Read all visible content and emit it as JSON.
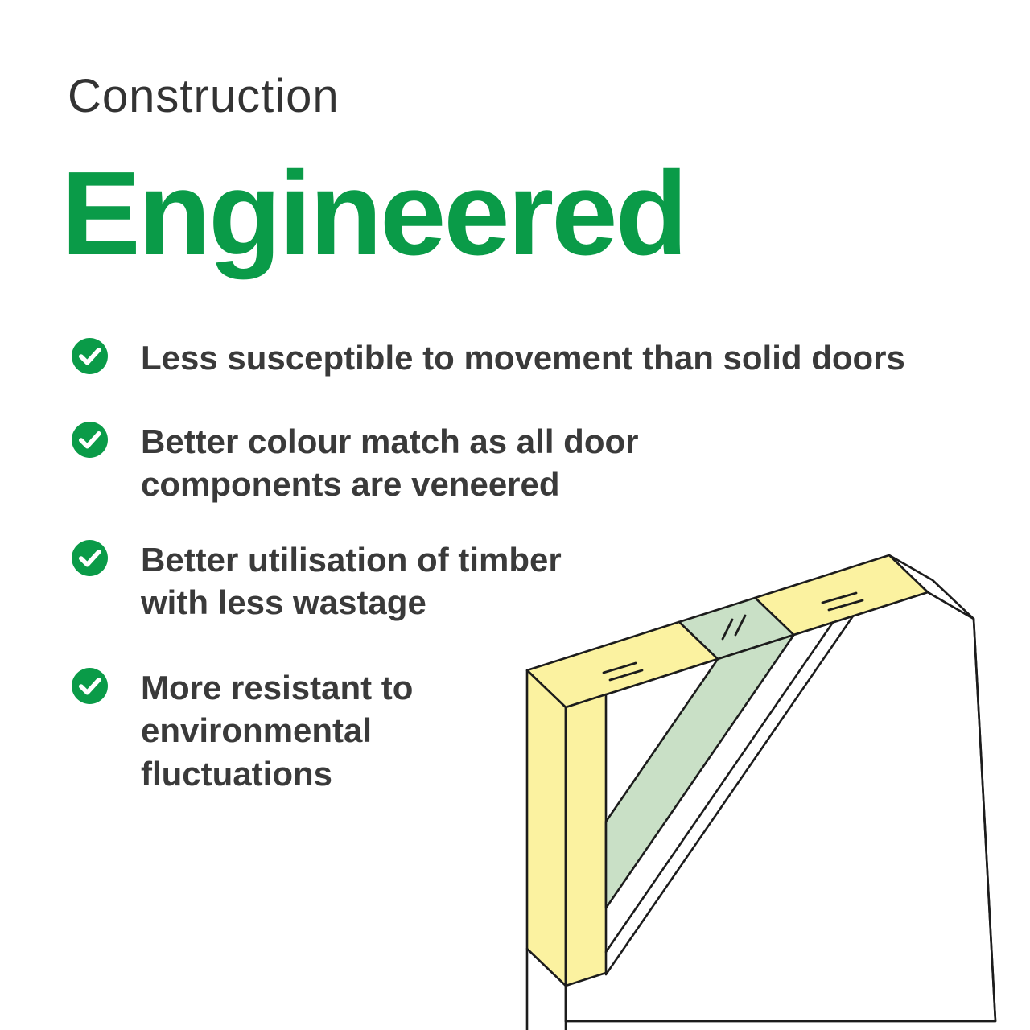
{
  "header": {
    "eyebrow": "Construction",
    "title": "Engineered"
  },
  "bullets": [
    {
      "lines": [
        "Less susceptible to movement than solid doors"
      ]
    },
    {
      "lines": [
        "Better colour match as all door",
        "components are veneered"
      ]
    },
    {
      "lines": [
        "Better utilisation of timber",
        "with less wastage"
      ]
    },
    {
      "lines": [
        "More resistant to",
        "environmental",
        "fluctuations"
      ]
    }
  ],
  "icons": {
    "bullet_icon": "check-circle-icon"
  },
  "diagram": {
    "name": "engineered-door-cutaway-diagram",
    "parts": [
      "timber-stile",
      "engineered-core",
      "veneer-skin",
      "door-face"
    ]
  },
  "colors": {
    "brand_green": "#0a9b48",
    "text_dark": "#3a3a3a",
    "eyebrow_gray": "#333333",
    "timber_yellow": "#fbf2a0",
    "core_green": "#c9e0c6",
    "outline": "#1c1c1c",
    "background": "#ffffff"
  }
}
